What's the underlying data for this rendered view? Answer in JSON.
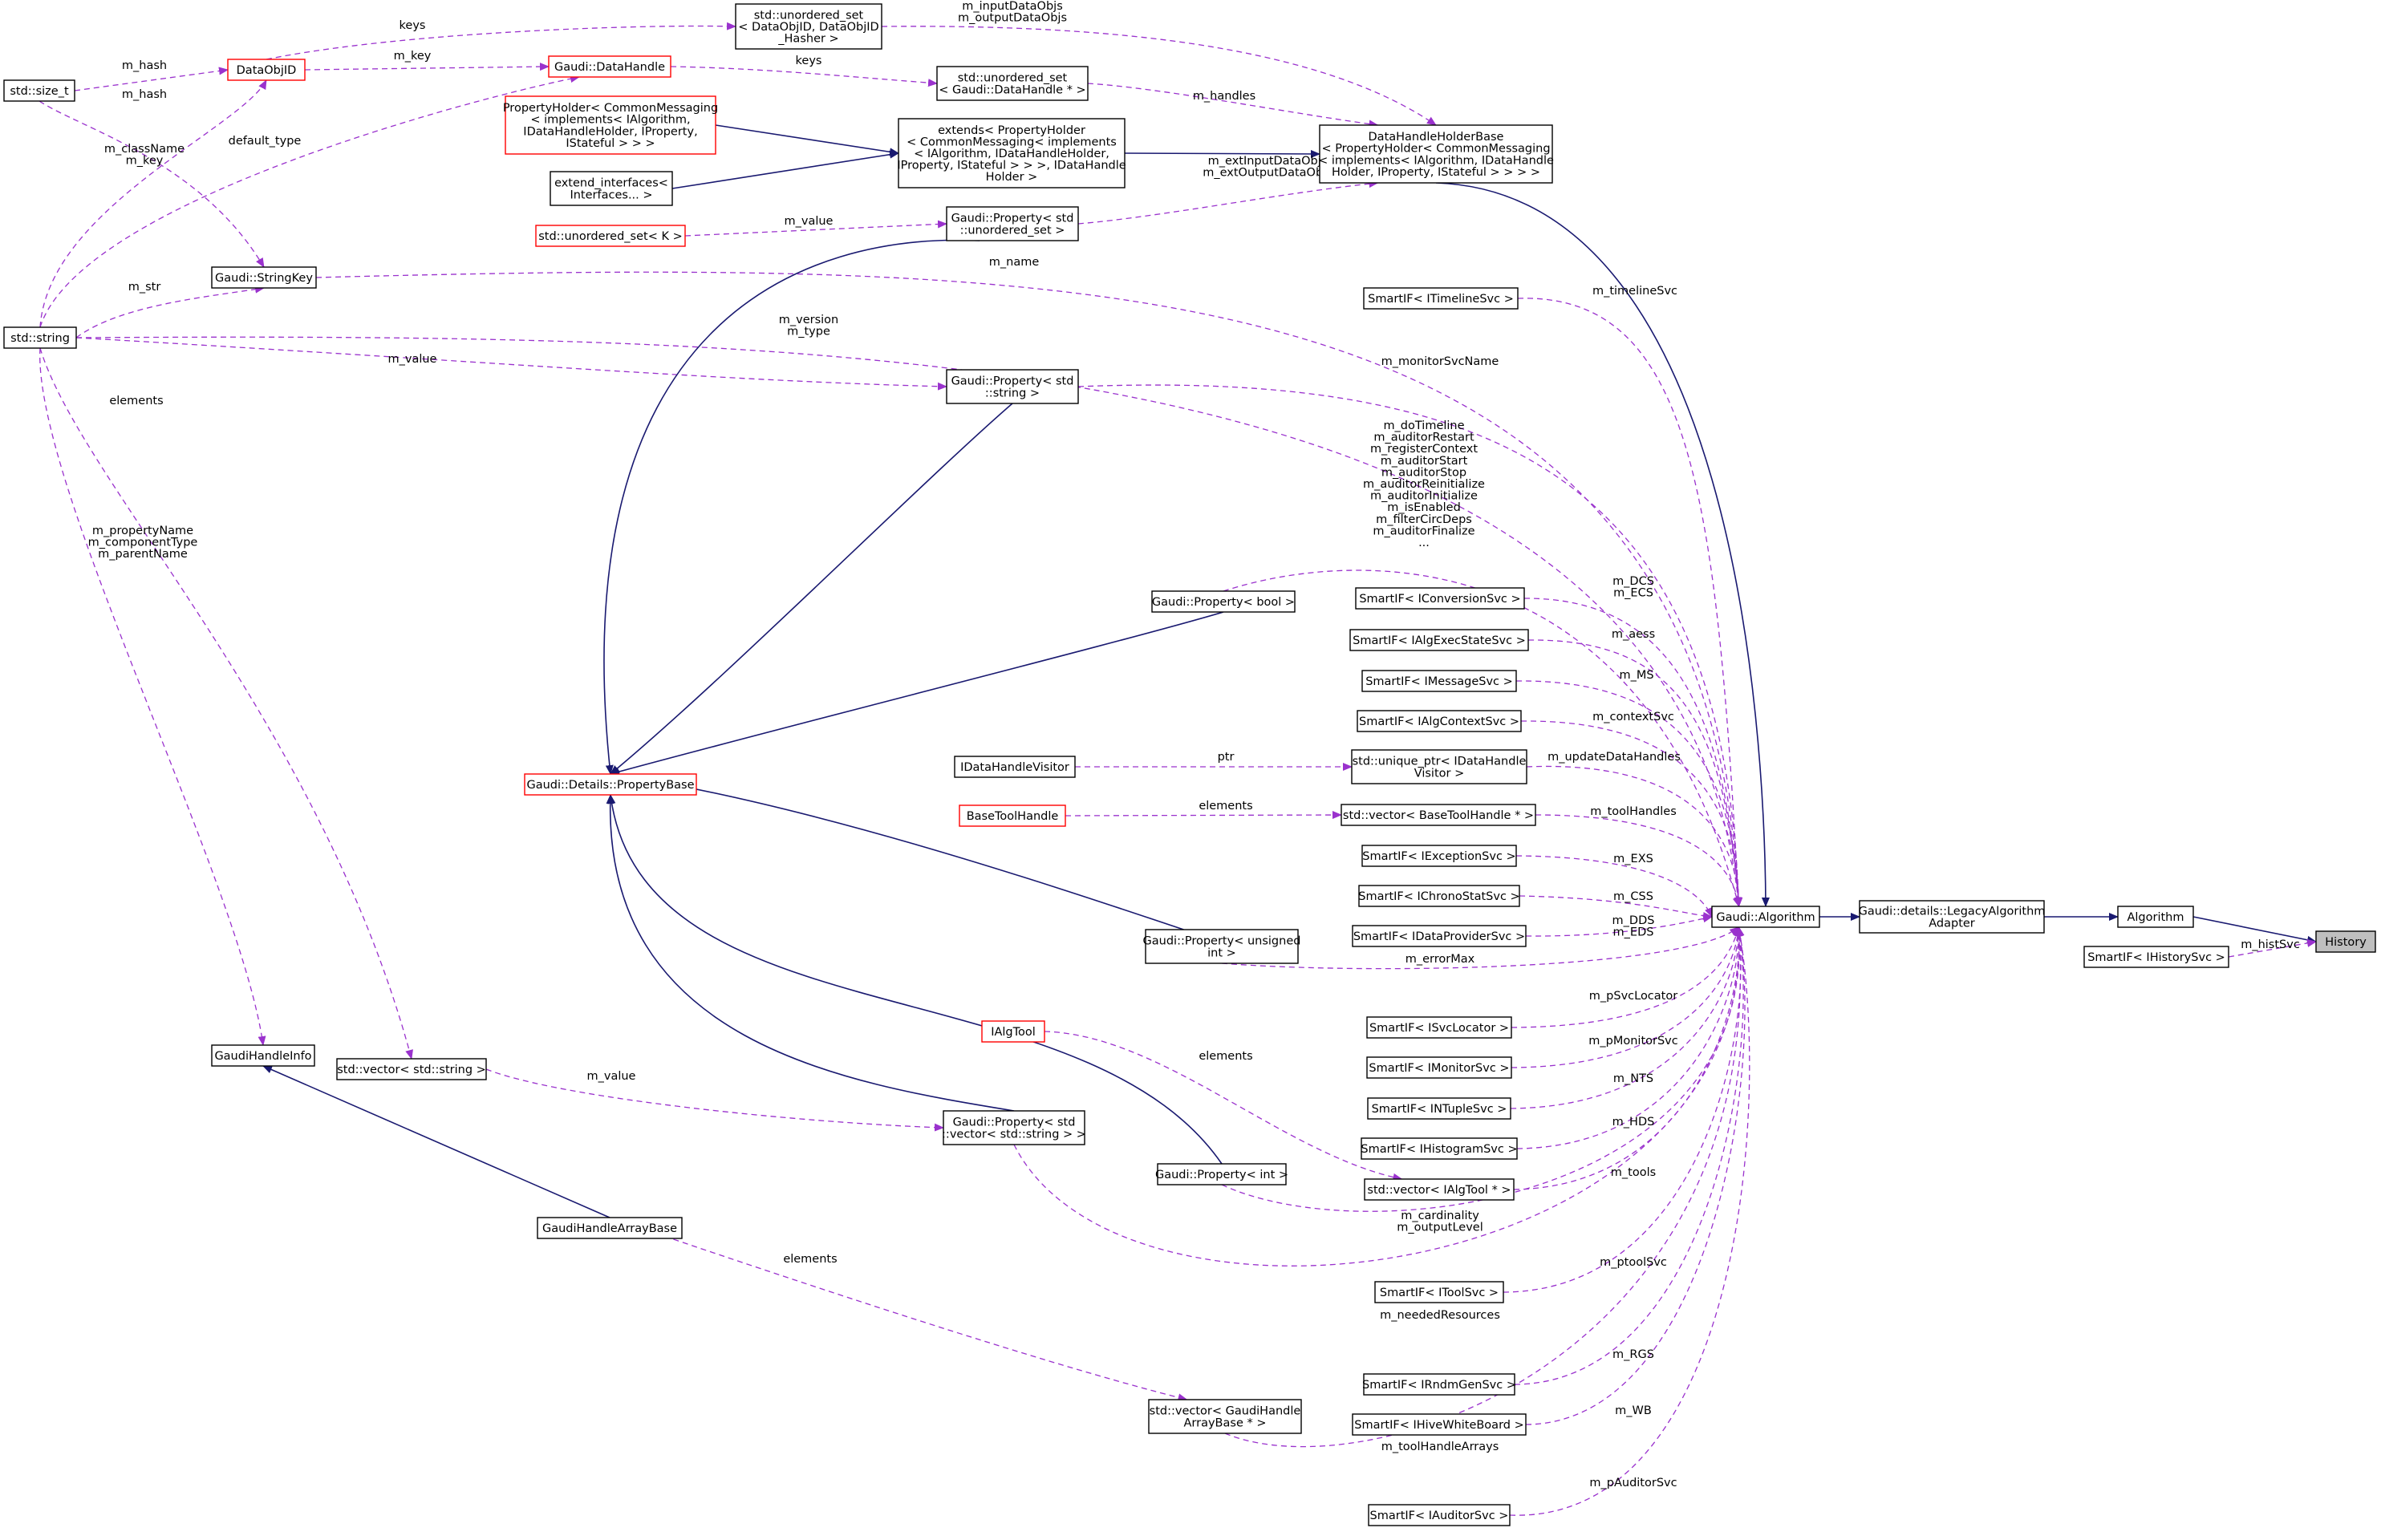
{
  "diagram": {
    "nodes": [
      {
        "id": "history",
        "lines": [
          "History"
        ],
        "highlight": true
      },
      {
        "id": "algorithm",
        "lines": [
          "Algorithm"
        ]
      },
      {
        "id": "legacy",
        "lines": [
          "Gaudi::details::LegacyAlgorithm",
          "Adapter"
        ]
      },
      {
        "id": "gaudialg",
        "lines": [
          "Gaudi::Algorithm"
        ]
      },
      {
        "id": "smartif_hist",
        "lines": [
          "SmartIF< IHistorySvc >"
        ]
      },
      {
        "id": "dhholder",
        "lines": [
          "DataHandleHolderBase",
          "< PropertyHolder< CommonMessaging",
          "< implements< IAlgorithm, IDataHandle",
          "Holder, IProperty, IStateful > > > >"
        ]
      },
      {
        "id": "extends",
        "lines": [
          "extends< PropertyHolder",
          "< CommonMessaging< implements",
          "< IAlgorithm, IDataHandleHolder,",
          "IProperty, IStateful > > >, IDataHandle",
          "Holder >"
        ]
      },
      {
        "id": "propholder",
        "lines": [
          "PropertyHolder< CommonMessaging",
          "< implements< IAlgorithm,",
          "IDataHandleHolder, IProperty,",
          "IStateful > > >"
        ],
        "red": true
      },
      {
        "id": "extiface",
        "lines": [
          "extend_interfaces<",
          "Interfaces... >"
        ]
      },
      {
        "id": "uset_hasher",
        "lines": [
          "std::unordered_set",
          "< DataObjID, DataObjID",
          "_Hasher >"
        ]
      },
      {
        "id": "uset_dh",
        "lines": [
          "std::unordered_set",
          "< Gaudi::DataHandle * >"
        ]
      },
      {
        "id": "gaudi_dh",
        "lines": [
          "Gaudi::DataHandle"
        ],
        "red": true
      },
      {
        "id": "dataobjid",
        "lines": [
          "DataObjID"
        ],
        "red": true
      },
      {
        "id": "size_t",
        "lines": [
          "std::size_t"
        ]
      },
      {
        "id": "std_string",
        "lines": [
          "std::string"
        ]
      },
      {
        "id": "stringkey",
        "lines": [
          "Gaudi::StringKey"
        ]
      },
      {
        "id": "uset_k",
        "lines": [
          "std::unordered_set< K >"
        ],
        "red": true
      },
      {
        "id": "prop_uset",
        "lines": [
          "Gaudi::Property< std",
          "::unordered_set >"
        ]
      },
      {
        "id": "prop_string",
        "lines": [
          "Gaudi::Property< std",
          "::string >"
        ]
      },
      {
        "id": "prop_bool",
        "lines": [
          "Gaudi::Property< bool >"
        ]
      },
      {
        "id": "propbase",
        "lines": [
          "Gaudi::Details::PropertyBase"
        ],
        "red": true
      },
      {
        "id": "prop_uint",
        "lines": [
          "Gaudi::Property< unsigned",
          "int >"
        ]
      },
      {
        "id": "prop_int",
        "lines": [
          "Gaudi::Property< int >"
        ]
      },
      {
        "id": "prop_vecstr",
        "lines": [
          "Gaudi::Property< std",
          "::vector< std::string > >"
        ]
      },
      {
        "id": "vec_string",
        "lines": [
          "std::vector< std::string >"
        ]
      },
      {
        "id": "gaudihandleinfo",
        "lines": [
          "GaudiHandleInfo"
        ]
      },
      {
        "id": "ghab",
        "lines": [
          "GaudiHandleArrayBase"
        ]
      },
      {
        "id": "vec_ghab",
        "lines": [
          "std::vector< GaudiHandle",
          "ArrayBase * >"
        ]
      },
      {
        "id": "ialgtool",
        "lines": [
          "IAlgTool"
        ],
        "red": true
      },
      {
        "id": "idhvisitor",
        "lines": [
          "IDataHandleVisitor"
        ]
      },
      {
        "id": "basetoolhandle",
        "lines": [
          "BaseToolHandle"
        ],
        "red": true
      },
      {
        "id": "si_timeline",
        "lines": [
          "SmartIF< ITimelineSvc >"
        ]
      },
      {
        "id": "si_conv",
        "lines": [
          "SmartIF< IConversionSvc >"
        ]
      },
      {
        "id": "si_aes",
        "lines": [
          "SmartIF< IAlgExecStateSvc >"
        ]
      },
      {
        "id": "si_msg",
        "lines": [
          "SmartIF< IMessageSvc >"
        ]
      },
      {
        "id": "si_ctx",
        "lines": [
          "SmartIF< IAlgContextSvc >"
        ]
      },
      {
        "id": "uptr_dhv",
        "lines": [
          "std::unique_ptr< IDataHandle",
          "Visitor >"
        ]
      },
      {
        "id": "vec_bth",
        "lines": [
          "std::vector< BaseToolHandle * >"
        ]
      },
      {
        "id": "si_exc",
        "lines": [
          "SmartIF< IExceptionSvc >"
        ]
      },
      {
        "id": "si_chrono",
        "lines": [
          "SmartIF< IChronoStatSvc >"
        ]
      },
      {
        "id": "si_dp",
        "lines": [
          "SmartIF< IDataProviderSvc >"
        ]
      },
      {
        "id": "si_svcloc",
        "lines": [
          "SmartIF< ISvcLocator >"
        ]
      },
      {
        "id": "si_mon",
        "lines": [
          "SmartIF< IMonitorSvc >"
        ]
      },
      {
        "id": "si_ntuple",
        "lines": [
          "SmartIF< INTupleSvc >"
        ]
      },
      {
        "id": "si_histo",
        "lines": [
          "SmartIF< IHistogramSvc >"
        ]
      },
      {
        "id": "vec_ialgtool",
        "lines": [
          "std::vector< IAlgTool * >"
        ]
      },
      {
        "id": "si_tool",
        "lines": [
          "SmartIF< IToolSvc >"
        ]
      },
      {
        "id": "si_rndm",
        "lines": [
          "SmartIF< IRndmGenSvc >"
        ]
      },
      {
        "id": "si_hwb",
        "lines": [
          "SmartIF< IHiveWhiteBoard >"
        ]
      },
      {
        "id": "si_auditor",
        "lines": [
          "SmartIF< IAuditorSvc >"
        ]
      }
    ],
    "edges": [
      {
        "from": "algorithm",
        "to": "history",
        "style": "solid",
        "label": []
      },
      {
        "from": "smartif_hist",
        "to": "history",
        "style": "dashed",
        "label": [
          "m_histSvc"
        ]
      },
      {
        "from": "legacy",
        "to": "algorithm",
        "style": "solid",
        "label": []
      },
      {
        "from": "gaudialg",
        "to": "legacy",
        "style": "solid",
        "label": []
      },
      {
        "from": "dhholder",
        "to": "gaudialg",
        "style": "solid",
        "label": []
      },
      {
        "from": "stringkey",
        "to": "gaudialg",
        "style": "dashed",
        "label": [
          "m_name"
        ]
      },
      {
        "from": "si_timeline",
        "to": "gaudialg",
        "style": "dashed",
        "label": [
          "m_timelineSvc"
        ]
      },
      {
        "from": "std_string",
        "to": "gaudialg",
        "style": "dashed",
        "label": [
          "m_version",
          "m_type"
        ]
      },
      {
        "from": "prop_string",
        "to": "gaudialg",
        "style": "dashed",
        "label": [
          "m_monitorSvcName"
        ]
      },
      {
        "from": "prop_bool",
        "to": "gaudialg",
        "style": "dashed",
        "label": [
          "m_doTimeline",
          "m_auditorRestart",
          "m_registerContext",
          "m_auditorStart",
          "m_auditorStop",
          "m_auditorReinitialize",
          "m_auditorInitialize",
          "m_isEnabled",
          "m_filterCircDeps",
          "m_auditorFinalize",
          "..."
        ]
      },
      {
        "from": "si_conv",
        "to": "gaudialg",
        "style": "dashed",
        "label": [
          "m_DCS",
          "m_ECS"
        ]
      },
      {
        "from": "si_aes",
        "to": "gaudialg",
        "style": "dashed",
        "label": [
          "m_aess"
        ]
      },
      {
        "from": "si_msg",
        "to": "gaudialg",
        "style": "dashed",
        "label": [
          "m_MS"
        ]
      },
      {
        "from": "si_ctx",
        "to": "gaudialg",
        "style": "dashed",
        "label": [
          "m_contextSvc"
        ]
      },
      {
        "from": "uptr_dhv",
        "to": "gaudialg",
        "style": "dashed",
        "label": [
          "m_updateDataHandles"
        ]
      },
      {
        "from": "vec_bth",
        "to": "gaudialg",
        "style": "dashed",
        "label": [
          "m_toolHandles"
        ]
      },
      {
        "from": "si_exc",
        "to": "gaudialg",
        "style": "dashed",
        "label": [
          "m_EXS"
        ]
      },
      {
        "from": "si_chrono",
        "to": "gaudialg",
        "style": "dashed",
        "label": [
          "m_CSS"
        ]
      },
      {
        "from": "si_dp",
        "to": "gaudialg",
        "style": "dashed",
        "label": [
          "m_DDS",
          "m_EDS"
        ]
      },
      {
        "from": "prop_uint",
        "to": "gaudialg",
        "style": "dashed",
        "label": [
          "m_errorMax"
        ]
      },
      {
        "from": "si_svcloc",
        "to": "gaudialg",
        "style": "dashed",
        "label": [
          "m_pSvcLocator"
        ]
      },
      {
        "from": "si_mon",
        "to": "gaudialg",
        "style": "dashed",
        "label": [
          "m_pMonitorSvc"
        ]
      },
      {
        "from": "si_ntuple",
        "to": "gaudialg",
        "style": "dashed",
        "label": [
          "m_NTS"
        ]
      },
      {
        "from": "si_histo",
        "to": "gaudialg",
        "style": "dashed",
        "label": [
          "m_HDS"
        ]
      },
      {
        "from": "vec_ialgtool",
        "to": "gaudialg",
        "style": "dashed",
        "label": [
          "m_tools"
        ]
      },
      {
        "from": "prop_int",
        "to": "gaudialg",
        "style": "dashed",
        "label": [
          "m_cardinality",
          "m_outputLevel"
        ]
      },
      {
        "from": "si_tool",
        "to": "gaudialg",
        "style": "dashed",
        "label": [
          "m_ptoolSvc"
        ]
      },
      {
        "from": "prop_vecstr",
        "to": "gaudialg",
        "style": "dashed",
        "label": [
          "m_neededResources"
        ]
      },
      {
        "from": "si_rndm",
        "to": "gaudialg",
        "style": "dashed",
        "label": [
          "m_RGS"
        ]
      },
      {
        "from": "si_hwb",
        "to": "gaudialg",
        "style": "dashed",
        "label": [
          "m_WB"
        ]
      },
      {
        "from": "vec_ghab",
        "to": "gaudialg",
        "style": "dashed",
        "label": [
          "m_toolHandleArrays"
        ]
      },
      {
        "from": "si_auditor",
        "to": "gaudialg",
        "style": "dashed",
        "label": [
          "m_pAuditorSvc"
        ]
      },
      {
        "from": "extends",
        "to": "dhholder",
        "style": "solid",
        "label": []
      },
      {
        "from": "uset_hasher",
        "to": "dhholder",
        "style": "dashed",
        "label": [
          "m_inputDataObjs",
          "m_outputDataObjs"
        ]
      },
      {
        "from": "uset_dh",
        "to": "dhholder",
        "style": "dashed",
        "label": [
          "m_handles"
        ]
      },
      {
        "from": "prop_uset",
        "to": "dhholder",
        "style": "dashed",
        "label": [
          "m_extInputDataObjs",
          "m_extOutputDataObjs"
        ]
      },
      {
        "from": "propholder",
        "to": "extends",
        "style": "solid",
        "label": []
      },
      {
        "from": "extiface",
        "to": "extends",
        "style": "solid",
        "label": []
      },
      {
        "from": "dataobjid",
        "to": "uset_hasher",
        "style": "dashed",
        "label": [
          "keys"
        ]
      },
      {
        "from": "gaudi_dh",
        "to": "uset_dh",
        "style": "dashed",
        "label": [
          "keys"
        ]
      },
      {
        "from": "dataobjid",
        "to": "gaudi_dh",
        "style": "dashed",
        "label": [
          "m_key"
        ]
      },
      {
        "from": "size_t",
        "to": "dataobjid",
        "style": "dashed",
        "label": [
          "m_hash"
        ]
      },
      {
        "from": "std_string",
        "to": "dataobjid",
        "style": "dashed",
        "label": [
          "m_className",
          "m_key"
        ]
      },
      {
        "from": "std_string",
        "to": "gaudi_dh",
        "style": "dashed",
        "label": [
          "default_type"
        ]
      },
      {
        "from": "size_t",
        "to": "stringkey",
        "style": "dashed",
        "label": [
          "m_hash"
        ]
      },
      {
        "from": "std_string",
        "to": "stringkey",
        "style": "dashed",
        "label": [
          "m_str"
        ]
      },
      {
        "from": "uset_k",
        "to": "prop_uset",
        "style": "dashed",
        "label": [
          "m_value"
        ]
      },
      {
        "from": "std_string",
        "to": "prop_string",
        "style": "dashed",
        "label": [
          "m_value"
        ]
      },
      {
        "from": "std_string",
        "to": "vec_string",
        "style": "dashed",
        "label": [
          "elements"
        ]
      },
      {
        "from": "std_string",
        "to": "gaudihandleinfo",
        "style": "dashed",
        "label": [
          "m_propertyName",
          "m_componentType",
          "m_parentName"
        ]
      },
      {
        "from": "propbase",
        "to": "prop_uset",
        "style": "solid",
        "label": []
      },
      {
        "from": "propbase",
        "to": "prop_string",
        "style": "solid",
        "label": []
      },
      {
        "from": "propbase",
        "to": "prop_bool",
        "style": "solid",
        "label": []
      },
      {
        "from": "propbase",
        "to": "prop_uint",
        "style": "solid",
        "label": []
      },
      {
        "from": "propbase",
        "to": "prop_int",
        "style": "solid",
        "label": []
      },
      {
        "from": "propbase",
        "to": "prop_vecstr",
        "style": "solid",
        "label": []
      },
      {
        "from": "vec_string",
        "to": "prop_vecstr",
        "style": "dashed",
        "label": [
          "m_value"
        ]
      },
      {
        "from": "gaudihandleinfo",
        "to": "ghab",
        "style": "solid",
        "label": []
      },
      {
        "from": "ghab",
        "to": "vec_ghab",
        "style": "dashed",
        "label": [
          "elements"
        ]
      },
      {
        "from": "idhvisitor",
        "to": "uptr_dhv",
        "style": "dashed",
        "label": [
          "ptr"
        ]
      },
      {
        "from": "basetoolhandle",
        "to": "vec_bth",
        "style": "dashed",
        "label": [
          "elements"
        ]
      },
      {
        "from": "ialgtool",
        "to": "vec_ialgtool",
        "style": "dashed",
        "label": [
          "elements"
        ]
      }
    ]
  }
}
